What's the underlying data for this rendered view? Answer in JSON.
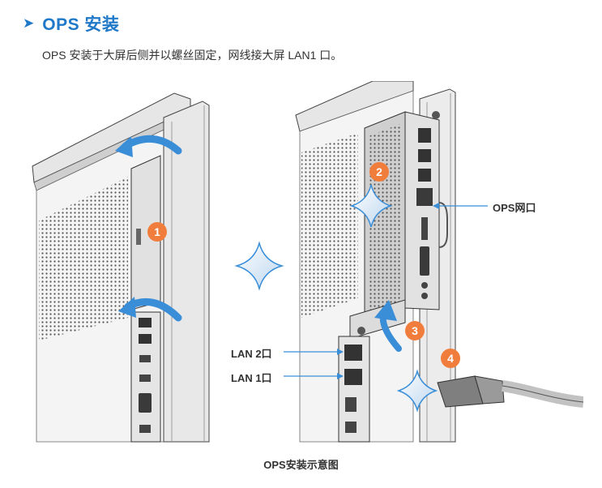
{
  "heading": {
    "title": "OPS 安装"
  },
  "description": "OPS 安装于大屏后侧并以螺丝固定，网线接大屏 LAN1 口。",
  "figure": {
    "steps": [
      "1",
      "2",
      "3",
      "4"
    ],
    "labels": {
      "ops_port": "OPS网口",
      "lan2": "LAN 2口",
      "lan1": "LAN 1口"
    },
    "colors": {
      "step_badge": "#f07d3c",
      "arrow_blue": "#3a8ed8",
      "heading_blue": "#1f78c8"
    }
  },
  "caption": "OPS安装示意图"
}
